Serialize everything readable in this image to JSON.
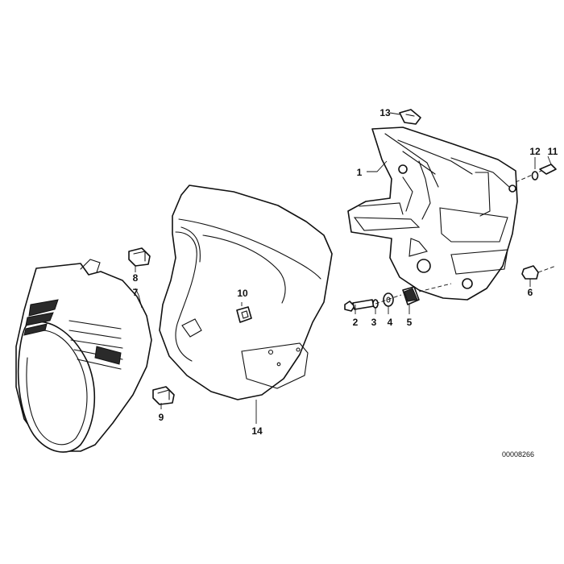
{
  "diagram": {
    "reference_number": "00008266",
    "callouts": {
      "c1": "1",
      "c2": "2",
      "c3": "3",
      "c4": "4",
      "c5": "5",
      "c6": "6",
      "c7": "7",
      "c8": "8",
      "c9": "9",
      "c10": "10",
      "c11": "11",
      "c12": "12",
      "c13": "13",
      "c14": "14"
    }
  }
}
